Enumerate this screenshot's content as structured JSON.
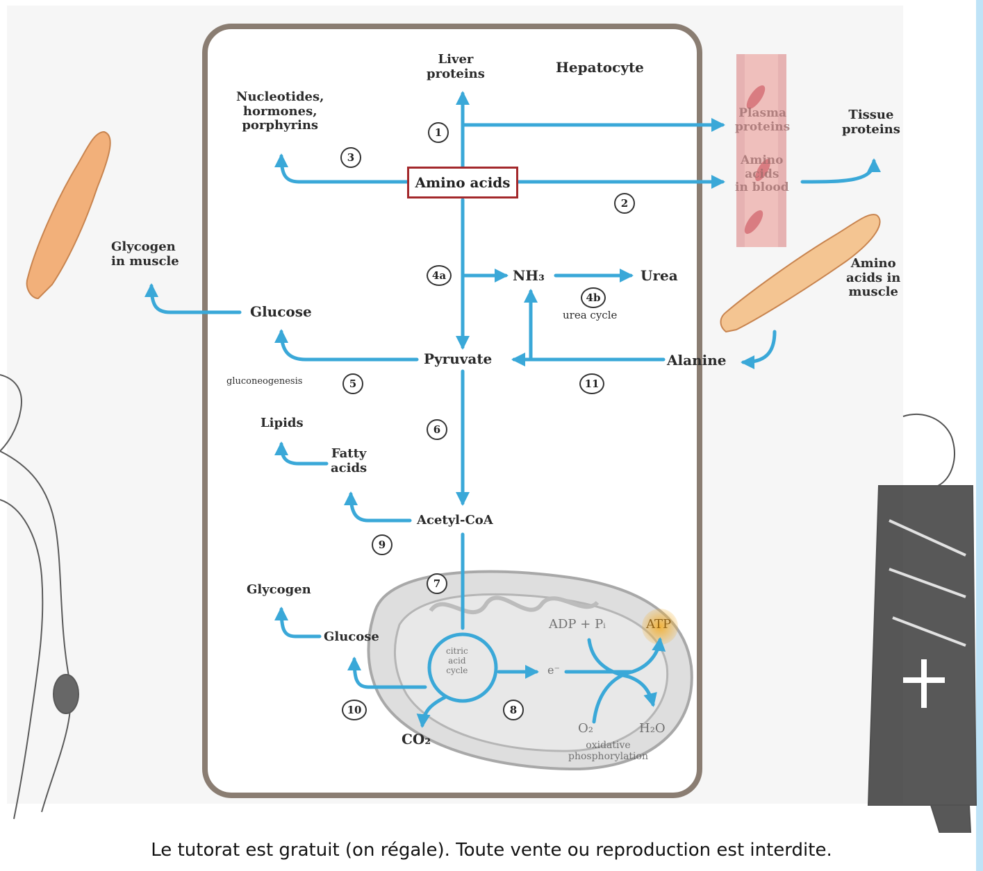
{
  "diagram": {
    "title": "Hepatocyte",
    "center_box": "Amino acids",
    "labels": {
      "liver_proteins": "Liver\nproteins",
      "nucleotides": "Nucleotides,\nhormones,\nporphyrins",
      "plasma_proteins": "Plasma\nproteins",
      "tissue_proteins": "Tissue\nproteins",
      "amino_acids_blood": "Amino\nacids\nin blood",
      "glycogen_muscle": "Glycogen\nin muscle",
      "amino_acids_muscle": "Amino\nacids in\nmuscle",
      "nh3": "NH₃",
      "urea": "Urea",
      "urea_cycle": "urea cycle",
      "glucose_top": "Glucose",
      "pyruvate": "Pyruvate",
      "alanine": "Alanine",
      "gluconeogenesis": "gluconeogenesis",
      "lipids": "Lipids",
      "fatty_acids": "Fatty\nacids",
      "acetyl_coa": "Acetyl-CoA",
      "glycogen": "Glycogen",
      "glucose_bottom": "Glucose",
      "citric_acid_cycle": "citric\nacid\ncycle",
      "electron": "e⁻",
      "adp_pi": "ADP + Pᵢ",
      "atp": "ATP",
      "o2": "O₂",
      "h2o": "H₂O",
      "oxidative_phosphorylation": "oxidative\nphosphorylation",
      "co2": "CO₂"
    },
    "steps": {
      "s1": "1",
      "s2": "2",
      "s3": "3",
      "s4a": "4a",
      "s4b": "4b",
      "s5": "5",
      "s6": "6",
      "s7": "7",
      "s8": "8",
      "s9": "9",
      "s10": "10",
      "s11": "11"
    },
    "colors": {
      "arrow": "#3aa8d8",
      "cell_border": "#8a7d72",
      "box_border": "#a3282b",
      "blood_vessel": "#e09b9b",
      "muscle": "#f2b07a",
      "mitochondrion": "#d9d9d9",
      "atp_highlight": "#f2b135"
    },
    "icons": [
      "muscle-fiber-icon",
      "blood-vessel-icon",
      "mitochondrion-icon",
      "manga-character-illustration"
    ]
  },
  "footer": "Le tutorat est gratuit (on régale). Toute vente ou reproduction est interdite."
}
